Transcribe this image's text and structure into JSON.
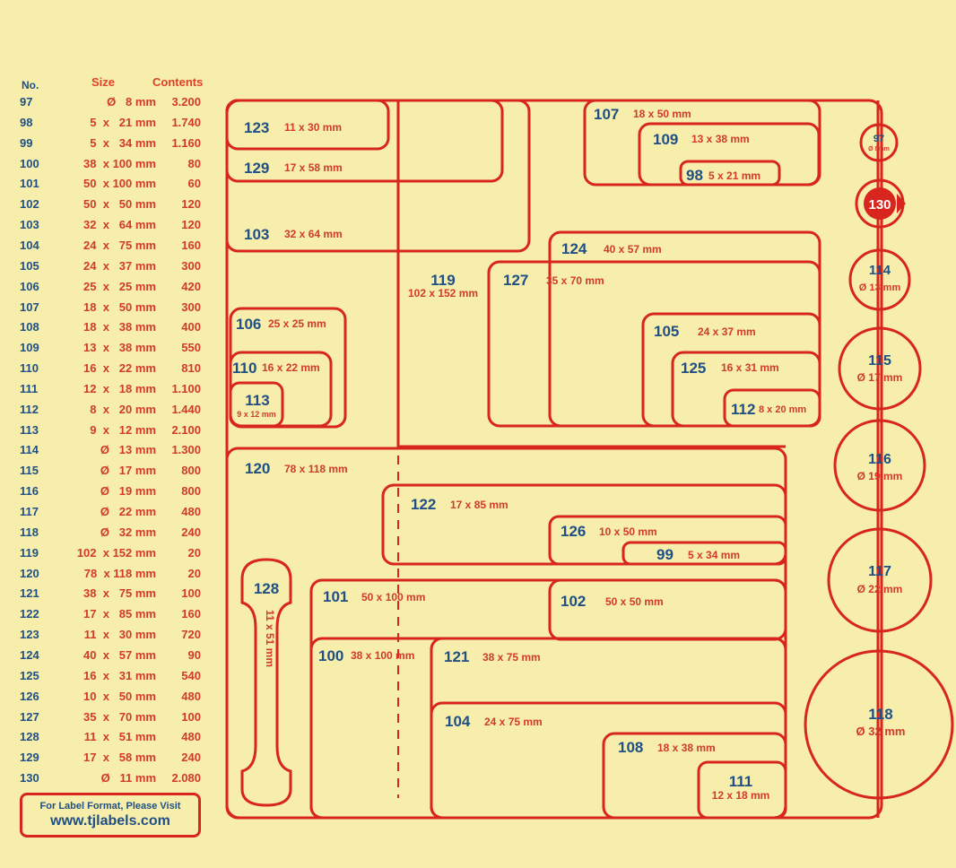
{
  "table": {
    "header": {
      "no": "No.",
      "size": "Size",
      "contents": "Contents"
    },
    "rows": [
      {
        "no": "97",
        "size": "Ø   8 mm",
        "contents": "3.200"
      },
      {
        "no": "98",
        "size": "5  x   21 mm",
        "contents": "1.740"
      },
      {
        "no": "99",
        "size": "5  x   34 mm",
        "contents": "1.160"
      },
      {
        "no": "100",
        "size": "38  x 100 mm",
        "contents": "80"
      },
      {
        "no": "101",
        "size": "50  x 100 mm",
        "contents": "60"
      },
      {
        "no": "102",
        "size": "50  x   50 mm",
        "contents": "120"
      },
      {
        "no": "103",
        "size": "32  x   64 mm",
        "contents": "120"
      },
      {
        "no": "104",
        "size": "24  x   75 mm",
        "contents": "160"
      },
      {
        "no": "105",
        "size": "24  x   37 mm",
        "contents": "300"
      },
      {
        "no": "106",
        "size": "25  x   25 mm",
        "contents": "420"
      },
      {
        "no": "107",
        "size": "18  x   50 mm",
        "contents": "300"
      },
      {
        "no": "108",
        "size": "18  x   38 mm",
        "contents": "400"
      },
      {
        "no": "109",
        "size": "13  x   38 mm",
        "contents": "550"
      },
      {
        "no": "110",
        "size": "16  x   22 mm",
        "contents": "810"
      },
      {
        "no": "111",
        "size": "12  x   18 mm",
        "contents": "1.100"
      },
      {
        "no": "112",
        "size": "8  x   20 mm",
        "contents": "1.440"
      },
      {
        "no": "113",
        "size": "9  x   12 mm",
        "contents": "2.100"
      },
      {
        "no": "114",
        "size": "Ø   13 mm",
        "contents": "1.300"
      },
      {
        "no": "115",
        "size": "Ø   17 mm",
        "contents": "800"
      },
      {
        "no": "116",
        "size": "Ø   19 mm",
        "contents": "800"
      },
      {
        "no": "117",
        "size": "Ø   22 mm",
        "contents": "480"
      },
      {
        "no": "118",
        "size": "Ø   32 mm",
        "contents": "240"
      },
      {
        "no": "119",
        "size": "102  x 152 mm",
        "contents": "20"
      },
      {
        "no": "120",
        "size": "78  x 118 mm",
        "contents": "20"
      },
      {
        "no": "121",
        "size": "38  x   75 mm",
        "contents": "100"
      },
      {
        "no": "122",
        "size": "17  x   85 mm",
        "contents": "160"
      },
      {
        "no": "123",
        "size": "11  x   30 mm",
        "contents": "720"
      },
      {
        "no": "124",
        "size": "40  x   57 mm",
        "contents": "90"
      },
      {
        "no": "125",
        "size": "16  x   31 mm",
        "contents": "540"
      },
      {
        "no": "126",
        "size": "10  x   50 mm",
        "contents": "480"
      },
      {
        "no": "127",
        "size": "35  x   70 mm",
        "contents": "100"
      },
      {
        "no": "128",
        "size": "11  x   51 mm",
        "contents": "480"
      },
      {
        "no": "129",
        "size": "17  x   58 mm",
        "contents": "240"
      },
      {
        "no": "130",
        "size": "Ø   11 mm",
        "contents": "2.080"
      }
    ]
  },
  "visit": {
    "line1": "For Label Format, Please Visit",
    "line2": "www.tjlabels.com"
  },
  "labels": {
    "l123": {
      "num": "123",
      "dim": "11 x 30 mm"
    },
    "l129": {
      "num": "129",
      "dim": "17 x 58 mm"
    },
    "l103": {
      "num": "103",
      "dim": "32 x 64 mm"
    },
    "l107": {
      "num": "107",
      "dim": "18 x 50 mm"
    },
    "l109": {
      "num": "109",
      "dim": "13 x 38 mm"
    },
    "l98": {
      "num": "98",
      "dim": "5 x 21 mm"
    },
    "l97": {
      "num": "97",
      "dim": "Ø 8mm"
    },
    "l130": {
      "num": "130"
    },
    "l124": {
      "num": "124",
      "dim": "40 x 57 mm"
    },
    "l119": {
      "num": "119",
      "dim": "102 x 152 mm"
    },
    "l127": {
      "num": "127",
      "dim": "35 x 70 mm"
    },
    "l114": {
      "num": "114",
      "dim": "Ø 13 mm"
    },
    "l106": {
      "num": "106",
      "dim": "25 x 25 mm"
    },
    "l110": {
      "num": "110",
      "dim": "16 x 22 mm"
    },
    "l113": {
      "num": "113",
      "dim": "9 x 12 mm"
    },
    "l105": {
      "num": "105",
      "dim": "24 x 37 mm"
    },
    "l125": {
      "num": "125",
      "dim": "16 x 31 mm"
    },
    "l112": {
      "num": "112",
      "dim": "8 x 20 mm"
    },
    "l115": {
      "num": "115",
      "dim": "Ø 17 mm"
    },
    "l120": {
      "num": "120",
      "dim": "78 x 118 mm"
    },
    "l116": {
      "num": "116",
      "dim": "Ø 19 mm"
    },
    "l122": {
      "num": "122",
      "dim": "17 x 85 mm"
    },
    "l126": {
      "num": "126",
      "dim": "10 x 50 mm"
    },
    "l99": {
      "num": "99",
      "dim": "5 x 34 mm"
    },
    "l128": {
      "num": "128",
      "dim": "11 x 51 mm"
    },
    "l101": {
      "num": "101",
      "dim": "50 x 100 mm"
    },
    "l102": {
      "num": "102",
      "dim": "50 x 50 mm"
    },
    "l117": {
      "num": "117",
      "dim": "Ø 22 mm"
    },
    "l100": {
      "num": "100",
      "dim": "38 x 100 mm"
    },
    "l121": {
      "num": "121",
      "dim": "38 x 75 mm"
    },
    "l104": {
      "num": "104",
      "dim": "24 x 75 mm"
    },
    "l118": {
      "num": "118",
      "dim": "Ø 32 mm"
    },
    "l108": {
      "num": "108",
      "dim": "18 x 38 mm"
    },
    "l111": {
      "num": "111",
      "dim": "12 x 18 mm"
    }
  },
  "colors": {
    "background": "#f6eeaa",
    "outline": "#d8251d",
    "number": "#1f4f86",
    "dimension": "#d23a2a"
  }
}
